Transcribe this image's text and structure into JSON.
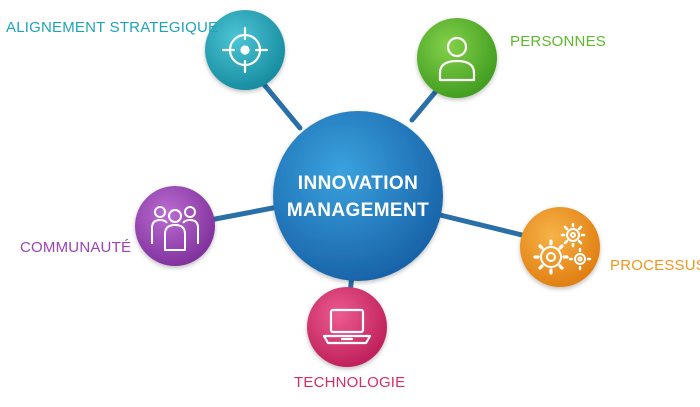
{
  "center": {
    "line1": "INNOVATION",
    "line2": "MANAGEMENT",
    "color": "#1f86c8"
  },
  "nodes": [
    {
      "label": "ALIGNEMENT STRATEGIQUE",
      "icon": "target-icon",
      "color": "#1fa3b8"
    },
    {
      "label": "PERSONNES",
      "icon": "person-icon",
      "color": "#5cb82c"
    },
    {
      "label": "PROCESSUS",
      "icon": "gears-icon",
      "color": "#f0961e"
    },
    {
      "label": "TECHNOLOGIE",
      "icon": "laptop-icon",
      "color": "#d62c6a"
    },
    {
      "label": "COMMUNAUTÉ",
      "icon": "community-icon",
      "color": "#9b43b5"
    }
  ],
  "connector_color": "#2a6fa8"
}
